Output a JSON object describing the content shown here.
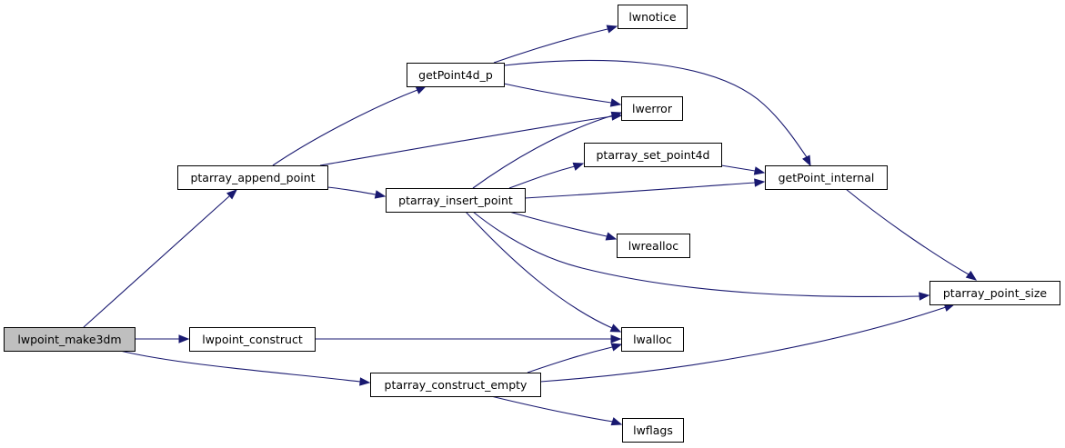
{
  "diagram": {
    "nodes": [
      {
        "id": "lwpoint_make3dm",
        "label": "lwpoint_make3dm",
        "root": true
      },
      {
        "id": "ptarray_append_point",
        "label": "ptarray_append_point"
      },
      {
        "id": "lwpoint_construct",
        "label": "lwpoint_construct"
      },
      {
        "id": "ptarray_construct_empty",
        "label": "ptarray_construct_empty"
      },
      {
        "id": "getPoint4d_p",
        "label": "getPoint4d_p"
      },
      {
        "id": "ptarray_insert_point",
        "label": "ptarray_insert_point"
      },
      {
        "id": "lwnotice",
        "label": "lwnotice"
      },
      {
        "id": "lwerror",
        "label": "lwerror"
      },
      {
        "id": "ptarray_set_point4d",
        "label": "ptarray_set_point4d"
      },
      {
        "id": "lwrealloc",
        "label": "lwrealloc"
      },
      {
        "id": "lwalloc",
        "label": "lwalloc"
      },
      {
        "id": "lwflags",
        "label": "lwflags"
      },
      {
        "id": "getPoint_internal",
        "label": "getPoint_internal"
      },
      {
        "id": "ptarray_point_size",
        "label": "ptarray_point_size"
      }
    ],
    "edges": [
      {
        "from": "lwpoint_make3dm",
        "to": "ptarray_append_point"
      },
      {
        "from": "lwpoint_make3dm",
        "to": "lwpoint_construct"
      },
      {
        "from": "lwpoint_make3dm",
        "to": "ptarray_construct_empty"
      },
      {
        "from": "ptarray_append_point",
        "to": "getPoint4d_p"
      },
      {
        "from": "ptarray_append_point",
        "to": "lwerror"
      },
      {
        "from": "ptarray_append_point",
        "to": "ptarray_insert_point"
      },
      {
        "from": "getPoint4d_p",
        "to": "lwnotice"
      },
      {
        "from": "getPoint4d_p",
        "to": "lwerror"
      },
      {
        "from": "getPoint4d_p",
        "to": "getPoint_internal"
      },
      {
        "from": "ptarray_insert_point",
        "to": "lwerror"
      },
      {
        "from": "ptarray_insert_point",
        "to": "ptarray_set_point4d"
      },
      {
        "from": "ptarray_insert_point",
        "to": "getPoint_internal"
      },
      {
        "from": "ptarray_insert_point",
        "to": "lwrealloc"
      },
      {
        "from": "ptarray_insert_point",
        "to": "ptarray_point_size"
      },
      {
        "from": "ptarray_insert_point",
        "to": "lwalloc"
      },
      {
        "from": "ptarray_set_point4d",
        "to": "getPoint_internal"
      },
      {
        "from": "getPoint_internal",
        "to": "ptarray_point_size"
      },
      {
        "from": "lwpoint_construct",
        "to": "lwalloc"
      },
      {
        "from": "ptarray_construct_empty",
        "to": "lwalloc"
      },
      {
        "from": "ptarray_construct_empty",
        "to": "ptarray_point_size"
      },
      {
        "from": "ptarray_construct_empty",
        "to": "lwflags"
      }
    ],
    "colors": {
      "edge": "#191970",
      "node_fill": "#ffffff",
      "root_fill": "#bfbfbf",
      "node_border": "#000000"
    }
  }
}
